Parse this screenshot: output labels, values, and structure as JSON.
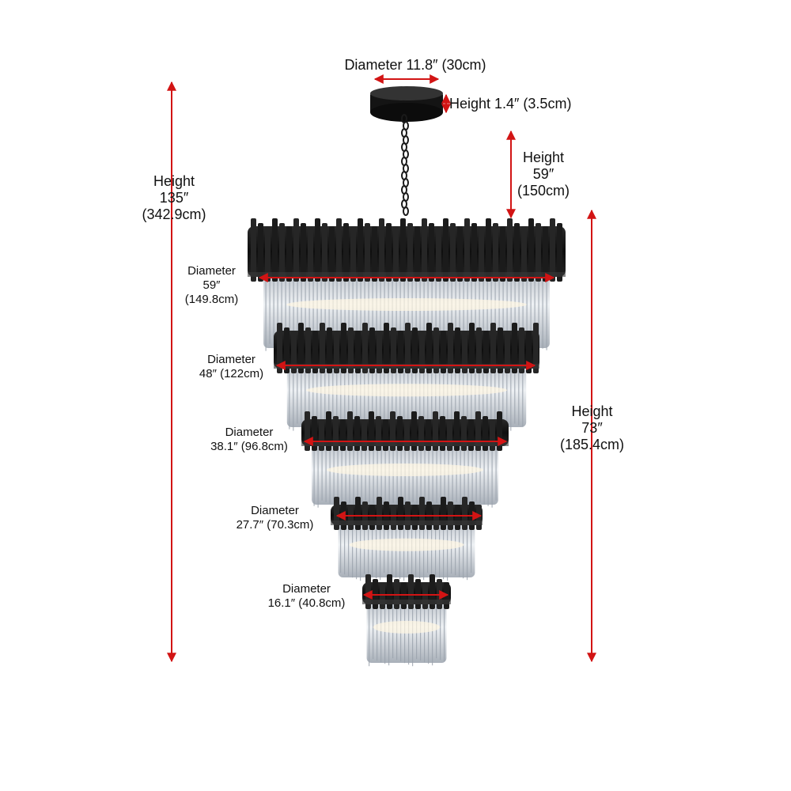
{
  "colors": {
    "dimension_line": "#d21414",
    "metal": "#161616",
    "crystal": "#c9cfd6",
    "crystal_highlight": "#eef2f6"
  },
  "dimensions": {
    "canopy_diameter": "Diameter 11.8″  (30cm)",
    "canopy_height": "Height  1.4″  (3.5cm)",
    "chain_height": {
      "title": "Height",
      "inches": "59″",
      "cm": "(150cm)"
    },
    "overall_height": {
      "title": "Height",
      "inches": "135″",
      "cm": "(342.9cm)"
    },
    "body_height": {
      "title": "Height",
      "inches": "73″",
      "cm": "(185.4cm)"
    },
    "tiers": [
      {
        "title": "Diameter",
        "line2": "59″",
        "line3": "(149.8cm)"
      },
      {
        "title": "Diameter",
        "line2": "48″  (122cm)"
      },
      {
        "title": "Diameter",
        "line2": "38.1″  (96.8cm)"
      },
      {
        "title": "Diameter",
        "line2": "27.7″  (70.3cm)"
      },
      {
        "title": "Diameter",
        "line2": "16.1″  (40.8cm)"
      }
    ]
  }
}
